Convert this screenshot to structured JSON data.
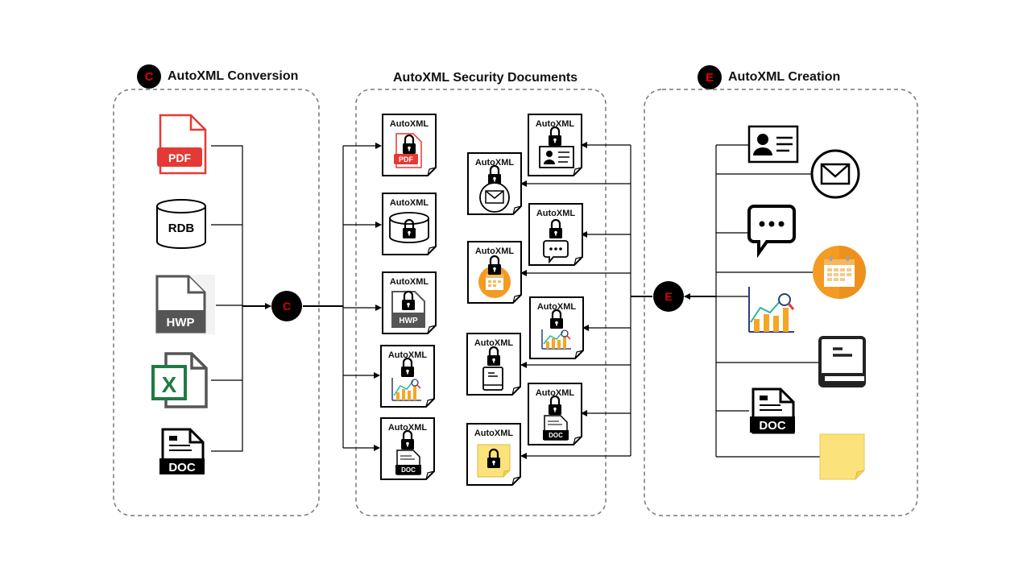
{
  "sections": {
    "conversion": {
      "badge": "C",
      "title": "AutoXML Conversion"
    },
    "security": {
      "title": "AutoXML Security Documents"
    },
    "creation": {
      "badge": "E",
      "title": "AutoXML Creation"
    }
  },
  "hubs": {
    "conversion": "C",
    "creation": "E"
  },
  "source_icons": {
    "pdf": "PDF",
    "rdb": "RDB",
    "hwp": "HWP",
    "excel": "X",
    "doc": "DOC"
  },
  "secure_doc_label": "AutoXML",
  "secure_docs": {
    "pdf_icon_text": "PDF",
    "hwp_icon_text": "HWP",
    "doc_icon_text": "DOC"
  },
  "creation_icons": {
    "doc": "DOC"
  },
  "colors": {
    "accent_red": "#e00000",
    "line": "#000000",
    "dashed_border": "#777777",
    "orange": "#f39b22",
    "sticky": "#fbe27a"
  },
  "icons": [
    "pdf-icon",
    "database-icon",
    "hwp-file-icon",
    "excel-icon",
    "doc-file-icon",
    "lock-icon",
    "id-card-icon",
    "envelope-icon",
    "chat-bubble-icon",
    "calendar-icon",
    "growth-chart-icon",
    "book-icon",
    "sticky-note-icon"
  ]
}
